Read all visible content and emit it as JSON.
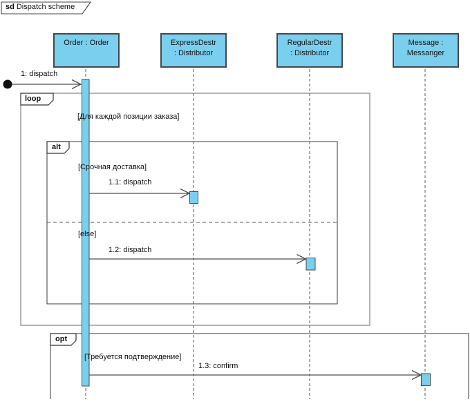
{
  "diagram": {
    "title_keyword": "sd",
    "title_name": "Dispatch scheme"
  },
  "lifelines": [
    {
      "id": "order",
      "line1": "Order : Order"
    },
    {
      "id": "express",
      "line1": "ExpressDestr",
      "line2": ": Distributor"
    },
    {
      "id": "regular",
      "line1": "RegularDestr",
      "line2": ": Distributor"
    },
    {
      "id": "message",
      "line1": "Message :",
      "line2": "Messanger"
    }
  ],
  "fragments": {
    "loop": {
      "operator": "loop",
      "guard": "[Для каждой позиции заказа]"
    },
    "alt": {
      "operator": "alt",
      "guard1": "[Срочная доставка]",
      "guard2": "[else]"
    },
    "opt": {
      "operator": "opt",
      "guard": "[Требуется подтверждение]"
    }
  },
  "messages": {
    "m1": "1: dispatch",
    "m11": "1.1: dispatch",
    "m12": "1.2: dispatch",
    "m13": "1.3: confirm"
  },
  "colors": {
    "activation_fill": "#7bcfee",
    "shape_border": "#44484b",
    "loop_frame_border": "#6a6a6a",
    "inner_frame_border": "#3a3a3a",
    "message_line": "#4d4d4d",
    "lifeline_dash": "#555555"
  }
}
